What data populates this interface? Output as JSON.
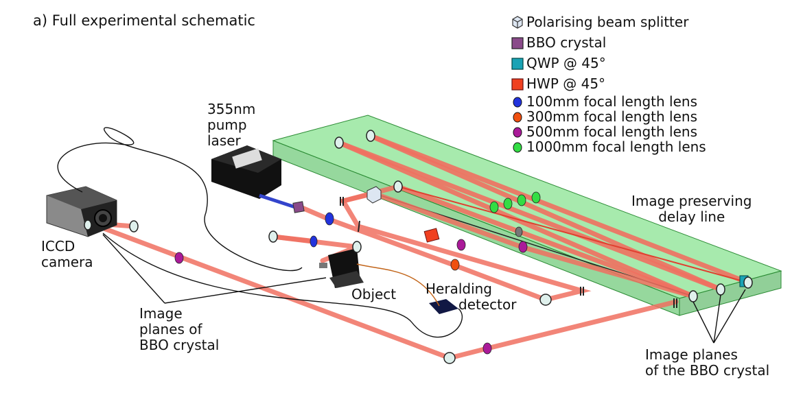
{
  "title": "a) Full experimental schematic",
  "legend": [
    {
      "label": "Polarising beam splitter",
      "icon": "cube-icon",
      "color": "#dde6f2"
    },
    {
      "label": "BBO crystal",
      "icon": "square-icon",
      "color": "#8a4a8a"
    },
    {
      "label": "QWP @ 45°",
      "icon": "square-icon",
      "color": "#1aa3b5"
    },
    {
      "label": "HWP @ 45°",
      "icon": "square-icon",
      "color": "#f04020"
    },
    {
      "label": "100mm focal length lens",
      "icon": "dot-icon",
      "color": "#2233dd"
    },
    {
      "label": "300mm focal length lens",
      "icon": "dot-icon",
      "color": "#f05010"
    },
    {
      "label": "500mm focal length lens",
      "icon": "dot-icon",
      "color": "#aa1a99"
    },
    {
      "label": "1000mm focal length lens",
      "icon": "dot-icon",
      "color": "#33dd44"
    }
  ],
  "labels": {
    "pump_laser": [
      "355nm",
      "pump",
      "laser"
    ],
    "camera": [
      "ICCD",
      "camera"
    ],
    "object": "Object",
    "heralding": [
      "Heralding",
      "detector"
    ],
    "delay_line": [
      "Image preserving",
      "delay line"
    ],
    "image_planes_left": [
      "Image",
      "planes of",
      "BBO crystal"
    ],
    "image_planes_right": [
      "Image planes",
      "of the BBO crystal"
    ]
  },
  "colors": {
    "beam": "#f07060",
    "beam_core": "#e04030",
    "delay_box": "#44cc55",
    "pump_beam": "#3344cc"
  }
}
